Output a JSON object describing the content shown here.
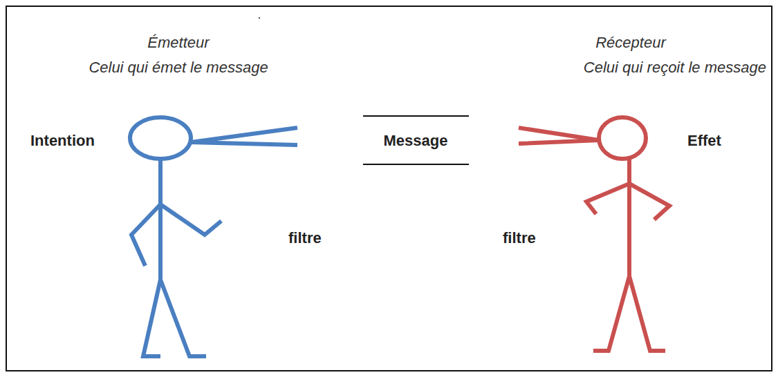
{
  "diagram": {
    "labels": [
      "Émetteur",
      "Celui qui émet le message",
      "Récepteur",
      "Celui qui reçoit le message",
      "Intention",
      "Message",
      "Effet",
      "filtre",
      "filtre"
    ]
  }
}
